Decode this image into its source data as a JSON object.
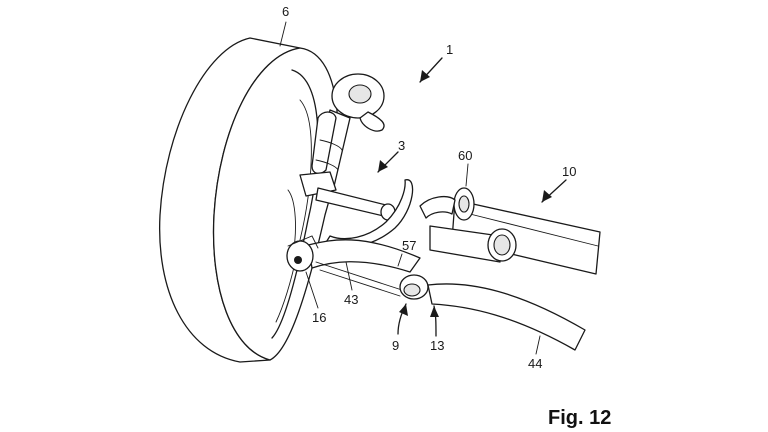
{
  "figure": {
    "caption": "Fig. 12"
  },
  "references": {
    "assembly": "1",
    "wheel": "6",
    "arm_upper": "3",
    "shaft": "10",
    "clamp": "60",
    "bracket": "57",
    "link": "43",
    "joint": "16",
    "bush": "9",
    "lever": "13",
    "strip": "44"
  }
}
